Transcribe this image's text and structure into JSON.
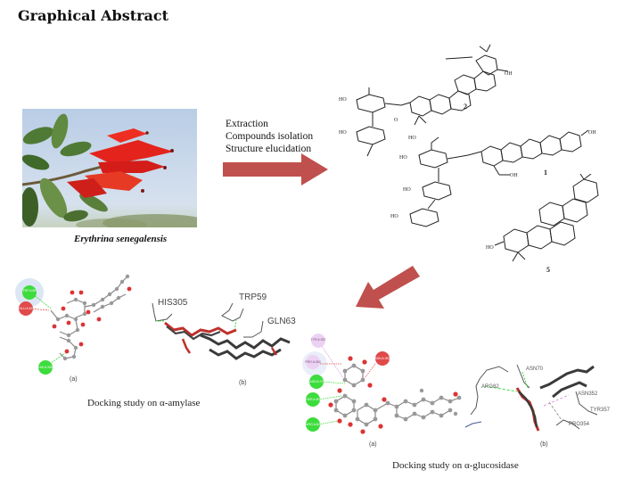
{
  "title": "Graphical Abstract",
  "plant": {
    "name": "Erythrina senegalensis"
  },
  "process_steps": [
    "Extraction",
    "Compounds isolation",
    "Structure elucidation"
  ],
  "compounds": {
    "labels": [
      "2",
      "1",
      "5"
    ],
    "groups": {
      "oh": "OH",
      "ho": "HO"
    }
  },
  "amylase": {
    "caption": "Docking study on α-amylase",
    "panel_a_label": "(a)",
    "panel_b_label": "(b)",
    "residues_2d": [
      "TRP A:59",
      "GLU A:63",
      "HIS A:305"
    ],
    "residues_3d": [
      "TRP59",
      "HIS305",
      "GLN63"
    ]
  },
  "glucosidase": {
    "caption": "Docking study on α-glucosidase",
    "panel_a_label": "(a)",
    "panel_b_label": "(b)",
    "residues_2d": [
      "TYR A:357",
      "PRO A:354",
      "ASN A:70",
      "SER A:83",
      "ARG A:82",
      "ASN A:352"
    ],
    "residues_3d": [
      "ARG82",
      "ASN70",
      "ASN352",
      "TYR357",
      "PRO354"
    ]
  },
  "colors": {
    "arrow": "#c0504d",
    "hbond_green": "#3ddc3d",
    "unfavorable_red": "#e04a4a",
    "pi_pink": "#e8c8f0"
  }
}
